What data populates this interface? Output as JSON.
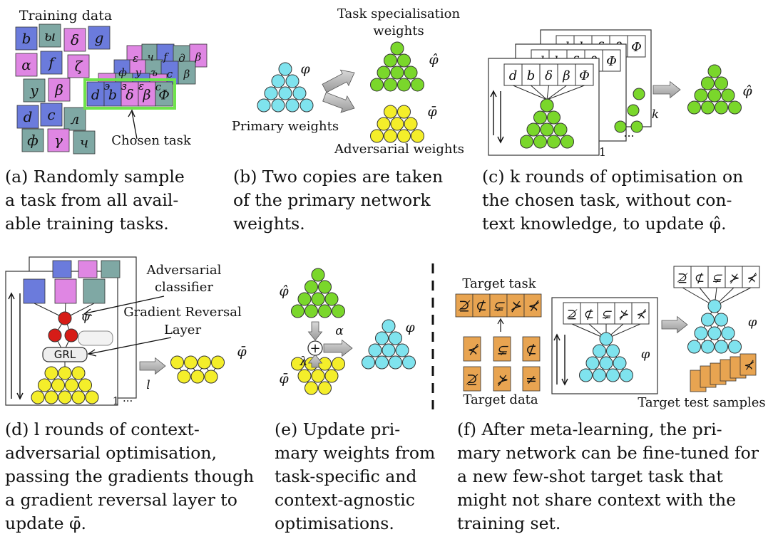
{
  "panel_a": {
    "heading": "Training data",
    "cards": [
      "b",
      "ы",
      "δ",
      "g",
      "α",
      "f",
      "ζ",
      "у",
      "β",
      "d",
      "c",
      "л",
      "ф",
      "γ",
      "ч"
    ],
    "back_cards": [
      "ε",
      "ч",
      "f",
      "д",
      "β",
      "ф",
      "у",
      "ъ",
      "с",
      "β",
      "э",
      "з",
      "ε",
      "с"
    ],
    "task_cards": [
      "d",
      "b",
      "δ",
      "β",
      "Φ"
    ],
    "chosen_label": "Chosen task",
    "caption": [
      "(a) Randomly sample",
      "a task from all avail-",
      "able training tasks."
    ]
  },
  "panel_b": {
    "primary_label": "Primary weights",
    "phi": "φ",
    "phi_hat": "φ̂",
    "phi_bar": "φ̄",
    "top_label_1": "Task specialisation",
    "top_label_2": "weights",
    "bottom_label": "Adversarial weights",
    "caption": [
      "(b) Two copies are taken",
      "of the primary network",
      "weights."
    ]
  },
  "panel_c": {
    "task_cards": [
      "d",
      "b",
      "δ",
      "β",
      "Φ"
    ],
    "k": "k",
    "one": "1",
    "dots": "...",
    "phi_hat": "φ̂",
    "caption": [
      "(c) k rounds of optimisation on",
      "the chosen task, without con-",
      "text knowledge, to update φ̂."
    ]
  },
  "panel_d": {
    "adv_label_1": "Adversarial",
    "adv_label_2": "classifier",
    "grl_label_1": "Gradient Reversal",
    "grl_label_2": "Layer",
    "grl": "GRL",
    "psi": "ψ",
    "l": "l",
    "one": "1 ···",
    "phi_bar": "φ̄",
    "caption": [
      "(d) l rounds of context-",
      "adversarial optimisation,",
      "passing the gradients though",
      "a gradient reversal layer to",
      "update φ̄."
    ]
  },
  "panel_e": {
    "phi_hat": "φ̂",
    "phi_bar": "φ̄",
    "phi": "φ",
    "alpha": "α",
    "lambda": "λ",
    "plus": "+",
    "caption": [
      "(e) Update pri-",
      "mary weights from",
      "task-specific and",
      "context-agnostic",
      "optimisations."
    ]
  },
  "panel_f": {
    "target_task": "Target task",
    "target_data": "Target data",
    "target_test": "Target test samples",
    "task_cards": [
      "⊉",
      "⊄",
      "⊊",
      "⊁",
      "⊀"
    ],
    "data_cards": [
      "⊀",
      "⊊",
      "⊄",
      "⊉",
      "⊁",
      "≠"
    ],
    "phi": "φ",
    "caption": [
      "(f) After meta-learning, the pri-",
      "mary network can be fine-tuned for",
      "a new few-shot target task that",
      "might not share context with the",
      "training set."
    ]
  },
  "colors": {
    "blue_card": "#6b7bdc",
    "pink_card": "#df86e3",
    "teal_card": "#7fa8a4",
    "cyan_node": "#7fe3ee",
    "green_node": "#7ad72b",
    "yellow_node": "#f4ee2a",
    "red_node": "#d61c17",
    "orange_card": "#e8a451",
    "chosen_border": "#6fe34b"
  }
}
